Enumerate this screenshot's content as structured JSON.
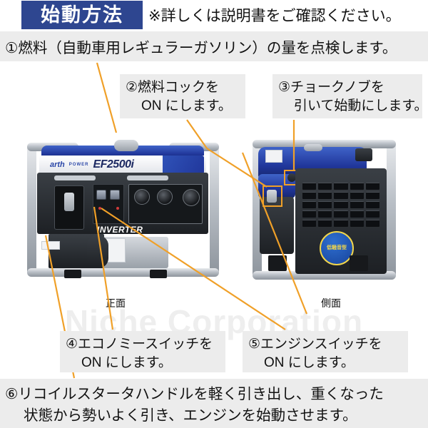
{
  "header": {
    "title": "始動方法",
    "note": "※詳しくは説明書をご確認ください。",
    "banner_color": "#2e4690"
  },
  "colors": {
    "banner_navy": "#2e4690",
    "box_gray": "#ececec",
    "leader_orange": "#f0a028",
    "text": "#111111",
    "watermark": "#eeeeee"
  },
  "steps": [
    {
      "number": "①",
      "line1": "①燃料（自動車用レギュラーガソリン）の量を点検します。",
      "line2": ""
    },
    {
      "number": "②",
      "line1": "②燃料コックを",
      "line2": "ON にします。"
    },
    {
      "number": "③",
      "line1": "③チョークノブを",
      "line2": "引いて始動にします。"
    },
    {
      "number": "④",
      "line1": "④エコノミースイッチを",
      "line2": "ON にします。"
    },
    {
      "number": "⑤",
      "line1": "⑤エンジンスイッチを",
      "line2": "ON にします。"
    },
    {
      "number": "⑥",
      "line1": "⑥リコイルスタータハンドルを軽く引き出し、重くなった",
      "line2": "状態から勢いよく引き、エンジンを始動させます。"
    }
  ],
  "photos": {
    "front": {
      "caption": "正面",
      "brand_mark": "arth",
      "brand_sub": "POWER",
      "model": "EF2500i",
      "panel_text": "INVERTER"
    },
    "side": {
      "caption": "側面",
      "badge_text": "低騒音型"
    }
  },
  "watermark": "Niche Corporation"
}
